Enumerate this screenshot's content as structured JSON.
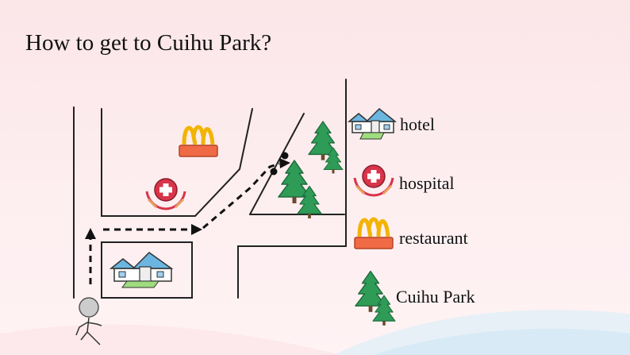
{
  "title": "How to get to Cuihu Park?",
  "legend": [
    {
      "key": "hotel",
      "label": "hotel",
      "icon": "hotel-icon"
    },
    {
      "key": "hospital",
      "label": "hospital",
      "icon": "hospital-icon"
    },
    {
      "key": "restaurant",
      "label": "restaurant",
      "icon": "restaurant-icon"
    },
    {
      "key": "park",
      "label": "Cuihu Park",
      "icon": "tree-icon"
    }
  ],
  "colors": {
    "road": "#222222",
    "arrow": "#111111",
    "tree": "#2e9b57",
    "hospital_red": "#d8344a",
    "restaurant_yellow": "#f2b400",
    "restaurant_base": "#f06a45",
    "hotel_roof": "#6bb6e0",
    "background": "#fbe6e8"
  }
}
